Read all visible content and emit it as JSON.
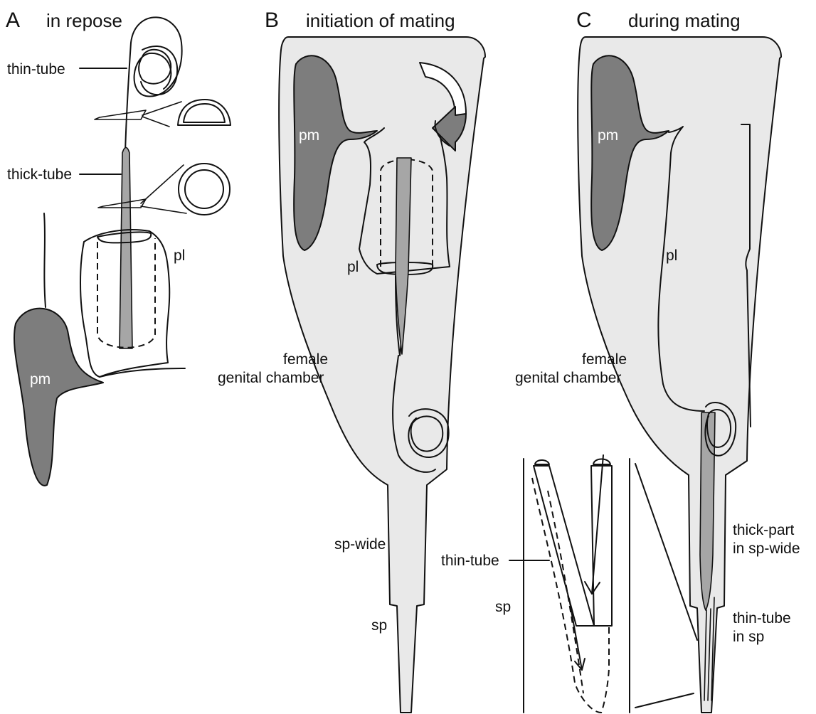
{
  "panels": {
    "a": {
      "letter": "A",
      "title": "in repose",
      "labels": {
        "thin_tube": "thin-tube",
        "thick_tube": "thick-tube",
        "pl": "pl",
        "pm": "pm"
      }
    },
    "b": {
      "letter": "B",
      "title": "initiation of mating",
      "labels": {
        "pm": "pm",
        "pl": "pl",
        "female_line1": "female",
        "female_line2": "genital chamber",
        "sp_wide": "sp-wide",
        "sp": "sp"
      }
    },
    "c": {
      "letter": "C",
      "title": "during  mating",
      "labels": {
        "pm": "pm",
        "pl": "pl",
        "female_line1": "female",
        "female_line2": "genital chamber",
        "thick_part_line1": "thick-part",
        "thick_part_line2": "in sp-wide",
        "thin_tube_line1": "thin-tube",
        "thin_tube_line2": "in sp"
      }
    },
    "inset": {
      "labels": {
        "thin_tube": "thin-tube",
        "sp": "sp"
      }
    }
  }
}
